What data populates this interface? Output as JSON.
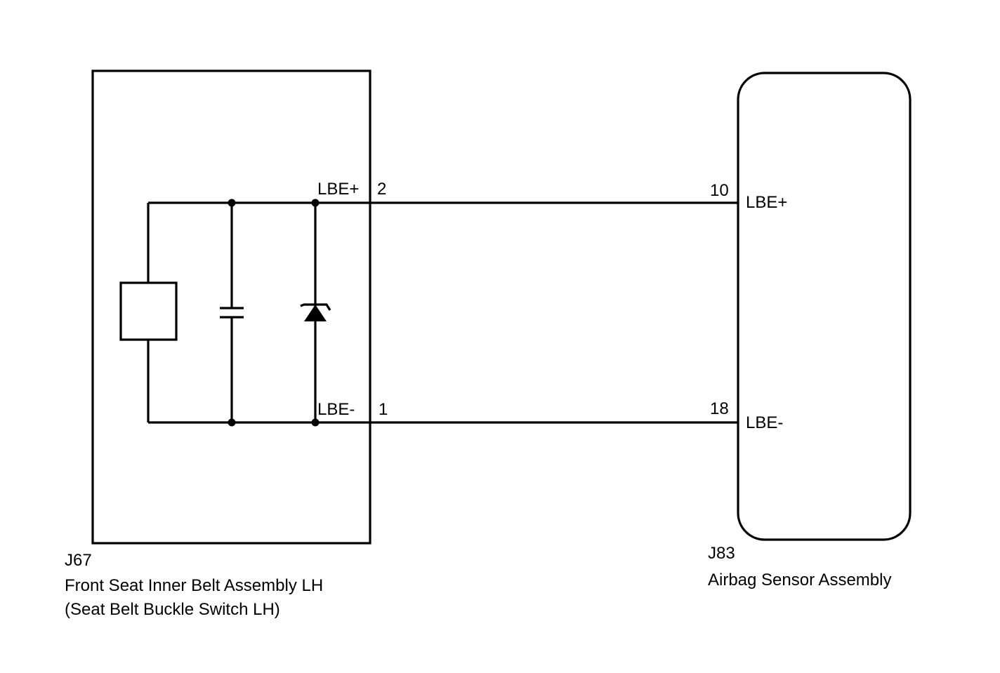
{
  "left_component": {
    "code": "J67",
    "name": "Front Seat Inner Belt Assembly LH",
    "subname": "(Seat Belt Buckle Switch LH)",
    "pins": [
      {
        "signal": "LBE+",
        "pin": "2"
      },
      {
        "signal": "LBE-",
        "pin": "1"
      }
    ]
  },
  "right_component": {
    "code": "J83",
    "name": "Airbag Sensor Assembly",
    "pins": [
      {
        "signal": "LBE+",
        "pin": "10"
      },
      {
        "signal": "LBE-",
        "pin": "18"
      }
    ]
  },
  "internal_parts": [
    "resistor-icon",
    "capacitor-icon",
    "zener-diode-icon"
  ]
}
